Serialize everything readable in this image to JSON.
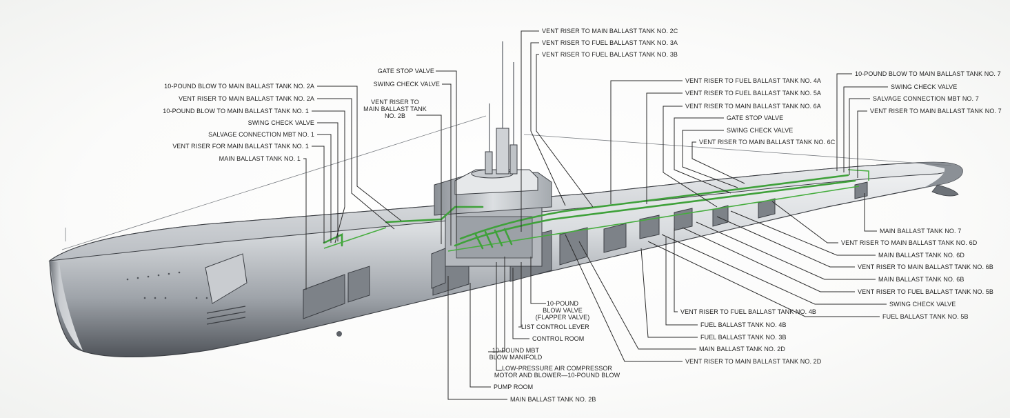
{
  "labels_top": {
    "vent_2c": "VENT RISER TO MAIN BALLAST TANK NO. 2C",
    "vent_fuel_3a": "VENT RISER TO FUEL BALLAST TANK NO. 3A",
    "vent_fuel_3b": "VENT RISER TO FUEL BALLAST TANK NO. 3B"
  },
  "labels_left": {
    "gate_stop": "GATE STOP VALVE",
    "swing_check_mid": "SWING CHECK VALVE",
    "vent_2b": [
      "VENT RISER TO",
      "MAIN BALLAST TANK",
      "NO. 2B"
    ],
    "blow_2a": "10-POUND BLOW TO MAIN BALLAST TANK NO. 2A",
    "vent_2a": "VENT RISER TO MAIN BALLAST TANK NO. 2A",
    "blow_1": "10-POUND BLOW TO MAIN BALLAST TANK NO. 1",
    "swing_check_fwd": "SWING CHECK VALVE",
    "salvage_1": "SALVAGE CONNECTION MBT NO. 1",
    "vent_1": "VENT RISER FOR MAIN BALLAST TANK NO. 1",
    "mbt_1": "MAIN BALLAST TANK NO. 1"
  },
  "labels_center": {
    "vent_fuel_4a": "VENT RISER TO FUEL BALLAST TANK NO. 4A",
    "vent_fuel_5a": "VENT RISER  TO FUEL BALLAST TANK NO. 5A",
    "vent_6a": "VENT RISER TO MAIN BALLAST TANK NO. 6A",
    "gate_stop_aft": "GATE STOP VALVE",
    "swing_check_aft": "SWING CHECK VALVE",
    "vent_6c": "VENT RISER TO MAIN BALLAST TANK NO. 6C"
  },
  "labels_right_top": {
    "blow_7": "10-POUND BLOW TO MAIN BALLAST TANK NO. 7",
    "swing_check_7": "SWING CHECK VALVE",
    "salvage_7": "SALVAGE CONNECTION MBT NO. 7",
    "vent_7": "VENT RISER TO MAIN BALLAST TANK NO. 7"
  },
  "labels_right_bottom": {
    "mbt_7": "MAIN BALLAST TANK NO. 7",
    "vent_6d": "VENT RISER TO MAIN BALLAST TANK NO. 6D",
    "mbt_6d": "MAIN BALLAST TANK NO. 6D",
    "vent_6b": "VENT RISER TO MAIN BALLAST TANK NO. 6B",
    "mbt_6b": "MAIN BALLAST TANK NO. 6B",
    "vent_fuel_5b": "VENT RISER TO FUEL BALLAST TANK NO. 5B",
    "swing_check_5b": "SWING CHECK VALVE",
    "fuel_5b": "FUEL BALLAST TANK NO. 5B"
  },
  "labels_bottom": {
    "blow_valve": [
      "10-POUND",
      "BLOW VALVE",
      "(FLAPPER VALVE)"
    ],
    "list_control": "LIST CONTROL LEVER",
    "control_room": "CONTROL ROOM",
    "blow_manifold": [
      "10-POUND MBT",
      "BLOW MANIFOLD"
    ],
    "compressor": [
      "LOW-PRESSURE AIR COMPRESSOR",
      "MOTOR AND BLOWER—10-POUND BLOW"
    ],
    "pump_room": "PUMP ROOM",
    "mbt_2b": "MAIN BALLAST TANK NO. 2B",
    "vent_fuel_4b": "VENT RISER TO FUEL BALLAST TANK NO. 4B",
    "fuel_4b": "FUEL BALLAST TANK NO. 4B",
    "fuel_3b": "FUEL BALLAST TANK NO. 3B",
    "mbt_2d": "MAIN BALLAST TANK NO. 2D",
    "vent_2d": "VENT RISER TO MAIN BALLAST TANK NO. 2D"
  },
  "colors": {
    "pipe": "#3fa13a",
    "hull_light": "#e6e8ea",
    "hull_dark": "#5d6167",
    "ink": "#1e1e1e"
  }
}
